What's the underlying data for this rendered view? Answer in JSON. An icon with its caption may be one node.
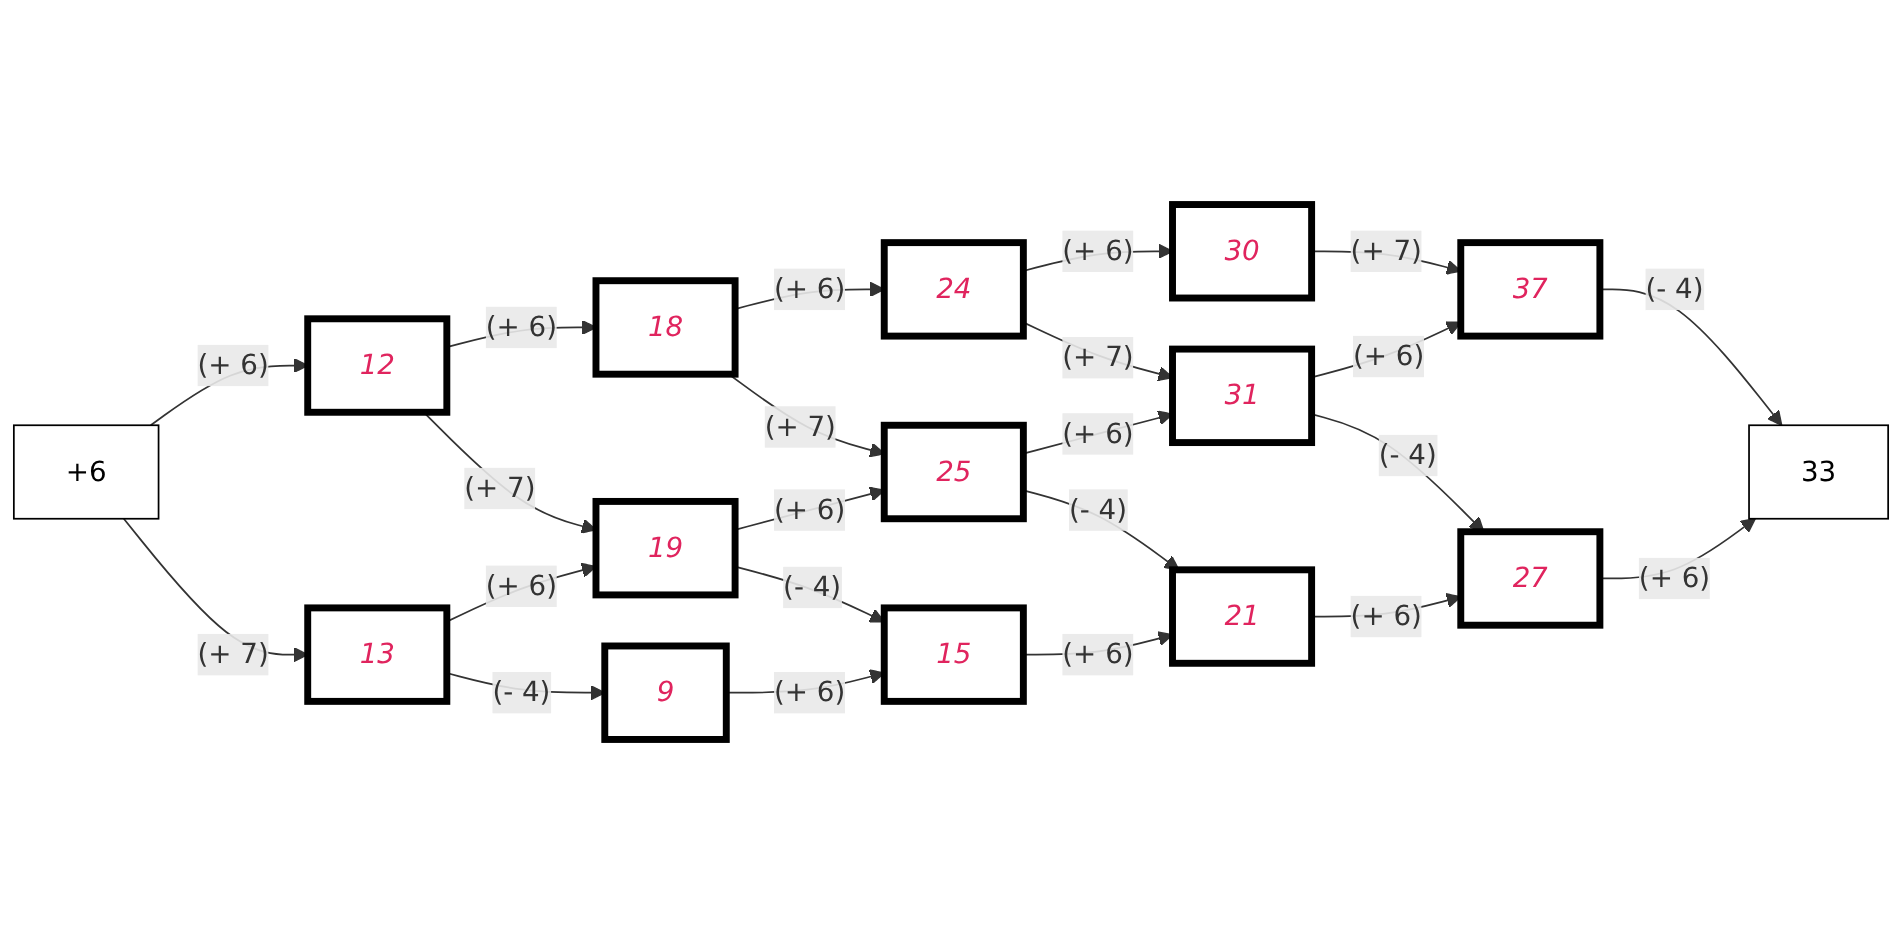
{
  "diagram": {
    "nodes": [
      {
        "text": [
          "+6"
        ]
      },
      {
        "text": [
          "12"
        ]
      },
      {
        "text": [
          "18"
        ]
      },
      {
        "text": [
          "24"
        ]
      },
      {
        "text": [
          "30"
        ]
      },
      {
        "text": [
          "13"
        ]
      },
      {
        "text": [
          "19"
        ]
      },
      {
        "text": [
          "25"
        ]
      },
      {
        "text": [
          "31"
        ]
      },
      {
        "text": [
          "37"
        ]
      },
      {
        "text": [
          "9"
        ]
      },
      {
        "text": [
          "15"
        ]
      },
      {
        "text": [
          "21"
        ]
      },
      {
        "text": [
          "27"
        ]
      },
      {
        "text": [
          "33"
        ]
      }
    ],
    "edges": [
      {
        "from": 0,
        "to": 1,
        "arrow": "to",
        "label": "(+ 6)"
      },
      {
        "from": 1,
        "to": 2,
        "arrow": "to",
        "label": "(+ 6)"
      },
      {
        "from": 2,
        "to": 3,
        "arrow": "to",
        "label": "(+ 6)"
      },
      {
        "from": 3,
        "to": 4,
        "arrow": "to",
        "label": "(+ 6)"
      },
      {
        "from": 0,
        "to": 5,
        "arrow": "to",
        "label": "(+ 7)"
      },
      {
        "from": 1,
        "to": 6,
        "arrow": "to",
        "label": "(+ 7)"
      },
      {
        "from": 2,
        "to": 7,
        "arrow": "to",
        "label": "(+ 7)"
      },
      {
        "from": 3,
        "to": 8,
        "arrow": "to",
        "label": "(+ 7)"
      },
      {
        "from": 4,
        "to": 9,
        "arrow": "to",
        "label": "(+ 7)"
      },
      {
        "from": 5,
        "to": 6,
        "arrow": "to",
        "label": "(+ 6)"
      },
      {
        "from": 6,
        "to": 7,
        "arrow": "to",
        "label": "(+ 6)"
      },
      {
        "from": 7,
        "to": 8,
        "arrow": "to",
        "label": "(+ 6)"
      },
      {
        "from": 8,
        "to": 9,
        "arrow": "to",
        "label": "(+ 6)"
      },
      {
        "from": 5,
        "to": 10,
        "arrow": "to",
        "label": "(- 4)"
      },
      {
        "from": 6,
        "to": 11,
        "arrow": "to",
        "label": "(- 4)"
      },
      {
        "from": 7,
        "to": 12,
        "arrow": "to",
        "label": "(- 4)"
      },
      {
        "from": 8,
        "to": 13,
        "arrow": "to",
        "label": "(- 4)"
      },
      {
        "from": 9,
        "to": 14,
        "arrow": "to",
        "label": "(- 4)"
      },
      {
        "from": 10,
        "to": 11,
        "arrow": "to",
        "label": "(+ 6)"
      },
      {
        "from": 11,
        "to": 12,
        "arrow": "to",
        "label": "(+ 6)"
      },
      {
        "from": 12,
        "to": 13,
        "arrow": "to",
        "label": "(+ 6)"
      },
      {
        "from": 13,
        "to": 14,
        "arrow": "to",
        "label": "(+ 6)"
      }
    ]
  }
}
